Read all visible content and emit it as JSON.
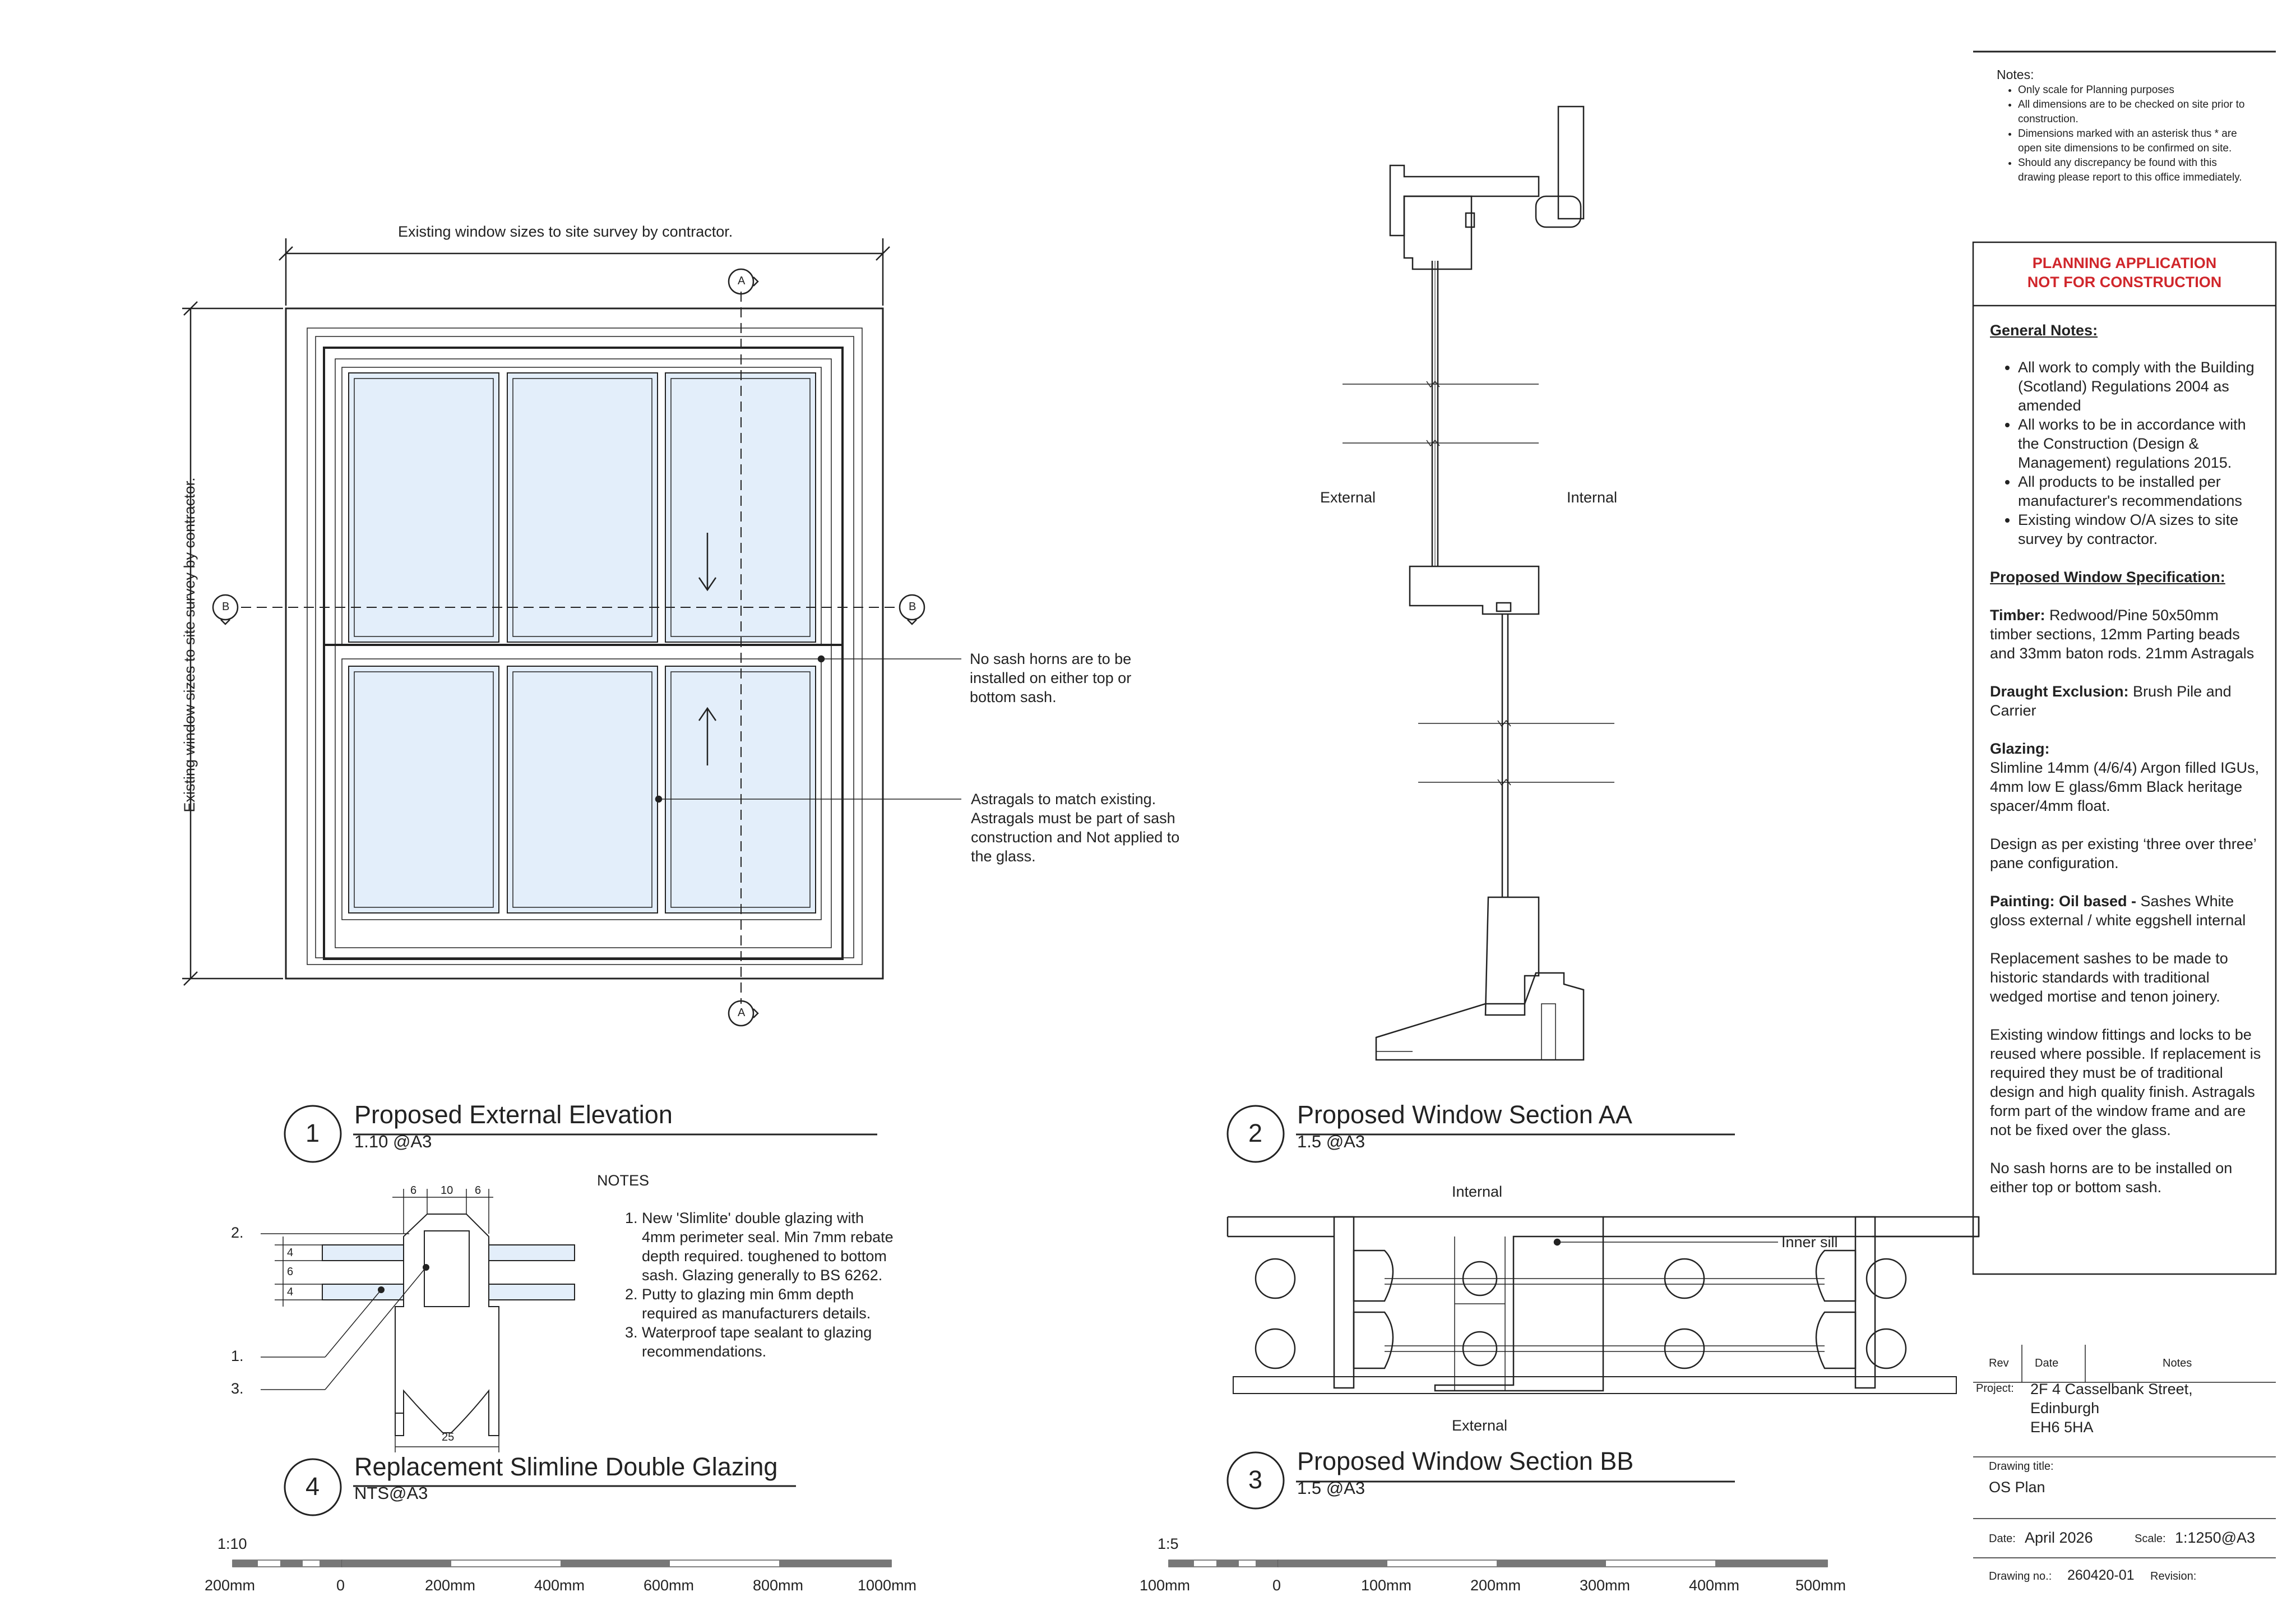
{
  "elevation": {
    "title": "Proposed External Elevation",
    "scale": "1.10 @A3",
    "number": "1",
    "dim_top": "Existing window  sizes to site survey by contractor.",
    "dim_side": "Existing window  sizes to site survey by contractor.",
    "marker_a": "A",
    "marker_b": "B",
    "callout_horns": "No sash horns are to be installed on either top or bottom sash.",
    "callout_astragals": "Astragals to match existing. Astragals must be part of sash construction and Not applied to the glass."
  },
  "section_aa": {
    "title": "Proposed Window Section AA",
    "scale": "1.5 @A3",
    "number": "2",
    "label_external": "External",
    "label_internal": "Internal"
  },
  "section_bb": {
    "title": "Proposed Window Section BB",
    "scale": "1.5 @A3",
    "number": "3",
    "label_internal": "Internal",
    "label_external": "External",
    "label_inner_sill": "Inner sill"
  },
  "glazing_detail": {
    "title": "Replacement Slimline Double Glazing",
    "scale": "NTS@A3",
    "number": "4",
    "dims": [
      "6",
      "10",
      "6",
      "25",
      "4",
      "6",
      "4"
    ],
    "leaders": [
      "2.",
      "1.",
      "3."
    ],
    "notes_heading": "NOTES",
    "notes": [
      "New 'Slimlite' double glazing with 4mm perimeter seal. Min 7mm rebate depth required. toughened to bottom sash. Glazing generally to BS 6262.",
      "Putty to glazing min 6mm depth required as manufacturers details.",
      "Waterproof tape sealant to glazing recommendations."
    ]
  },
  "scalebar_left": {
    "ratio": "1:10",
    "labels": [
      "200mm",
      "0",
      "200mm",
      "400mm",
      "600mm",
      "800mm",
      "1000mm"
    ]
  },
  "scalebar_right": {
    "ratio": "1:5",
    "labels": [
      "100mm",
      "0",
      "100mm",
      "200mm",
      "300mm",
      "400mm",
      "500mm"
    ]
  },
  "title_block": {
    "notes_heading": "Notes:",
    "top_notes": [
      "Only scale for Planning purposes",
      "All dimensions are to be checked on site prior to construction.",
      "Dimensions marked with an asterisk thus * are open site dimensions to be confirmed on site.",
      "Should any discrepancy be found with this drawing please report to this office immediately."
    ],
    "planning_line1": "PLANNING APPLICATION",
    "planning_line2": "NOT FOR CONSTRUCTION",
    "general_heading": "General Notes:",
    "general_notes": [
      "All work to comply with the Building (Scotland) Regulations 2004 as amended",
      "All works to be in accordance with the Construction (Design & Management) regulations 2015.",
      "All products to be installed per manufacturer's recommendations",
      "Existing window O/A sizes to site survey by contractor."
    ],
    "spec_heading": "Proposed Window Specification:",
    "timber_label": "Timber:",
    "timber_text": "Redwood/Pine 50x50mm timber sections, 12mm Parting beads and 33mm baton rods. 21mm Astragals",
    "draught_label": "Draught Exclusion:",
    "draught_text": "Brush Pile and Carrier",
    "glazing_label": "Glazing:",
    "glazing_text": "Slimline 14mm (4/6/4) Argon filled IGUs, 4mm low E glass/6mm Black heritage spacer/4mm float.",
    "design_text": "Design as per existing ‘three over three’ pane configuration.",
    "painting_label": "Painting: Oil based -",
    "painting_text": "Sashes White gloss external / white eggshell internal",
    "replacement_text": "Replacement sashes to be made to historic standards with traditional wedged mortise and tenon joinery.",
    "fittings_text": "Existing window fittings and locks to be reused where possible. If replacement is required they must be of traditional design and high quality finish. Astragals form part of the window frame and are not be fixed over the glass.",
    "horns_text": "No sash horns are to be installed on either top or bottom sash.",
    "rev_label": "Rev",
    "date_col_label": "Date",
    "notes_col_label": "Notes",
    "project_label": "Project:",
    "project_lines": [
      "2F 4 Casselbank Street,",
      "Edinburgh",
      "EH6 5HA"
    ],
    "drawing_title_label": "Drawing title:",
    "drawing_title": "OS Plan",
    "date_label": "Date:",
    "date": "April 2026",
    "scale_label": "Scale:",
    "scale": "1:1250@A3",
    "drawing_no_label": "Drawing no.:",
    "drawing_no": "260420-01",
    "revision_label": "Revision:"
  }
}
